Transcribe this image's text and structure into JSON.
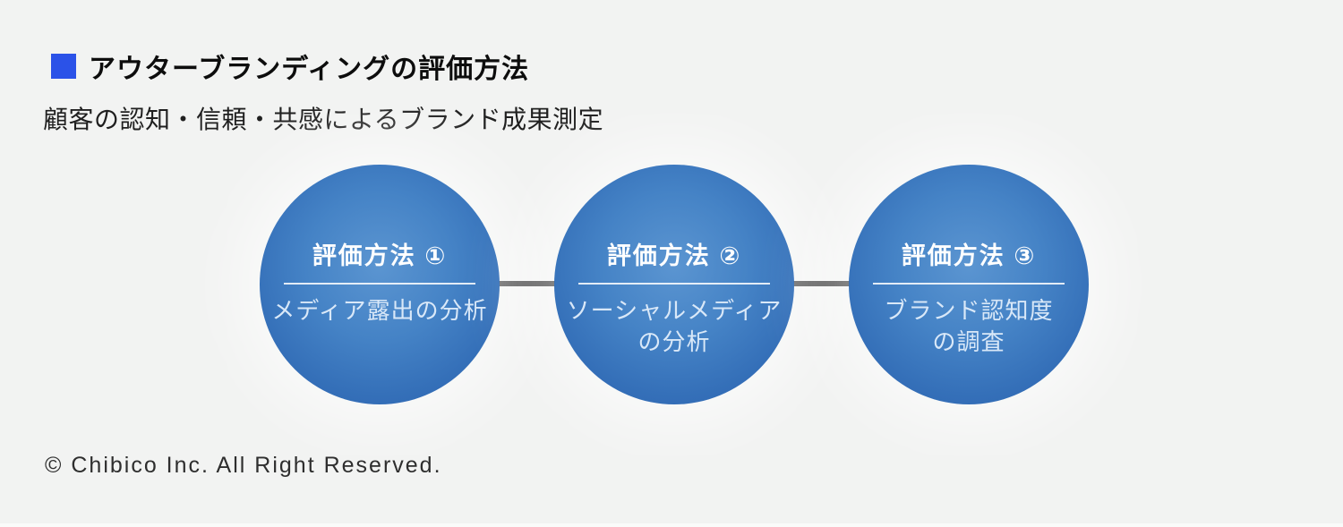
{
  "header": {
    "title": "アウターブランディングの評価方法",
    "subtitle": "顧客の認知・信頼・共感によるブランド成果測定"
  },
  "diagram": {
    "steps": [
      {
        "title": "評価方法 ①",
        "label": "メディア露出の分析"
      },
      {
        "title": "評価方法 ②",
        "label": "ソーシャルメディア\nの分析"
      },
      {
        "title": "評価方法 ③",
        "label": "ブランド認知度\nの調査"
      }
    ]
  },
  "footer": {
    "copyright": "© Chibico Inc. All Right Reserved."
  },
  "colors": {
    "background": "#f2f3f2",
    "accent_square": "#2b52e8",
    "circle_center": "#5b95d1",
    "circle_edge": "#2a63ad",
    "circle_title_text": "#ffffff",
    "circle_label_text": "#d9e8f8",
    "connector": "#141414"
  }
}
